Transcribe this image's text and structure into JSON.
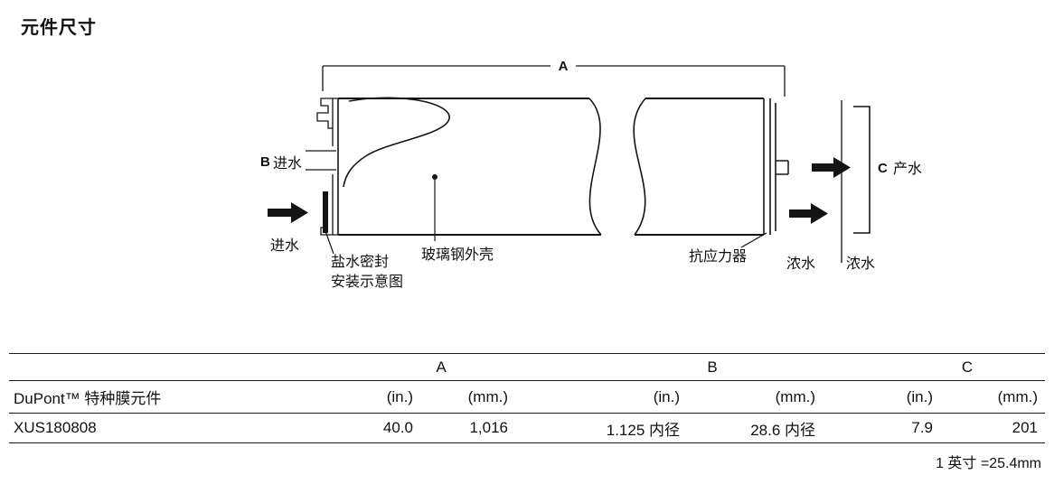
{
  "page": {
    "title": "元件尺寸",
    "footnote": "1 英寸 =25.4mm"
  },
  "diagram": {
    "dim_a_label": "A",
    "b_label": "B",
    "b_text": "进水",
    "feed_label": "进水",
    "brine_seal_label_line1": "盐水密封",
    "brine_seal_label_line2": "安装示意图",
    "shell_label": "玻璃钢外壳",
    "atd_label": "抗应力器",
    "concentrate_label_1": "浓水",
    "concentrate_label_2": "浓水",
    "c_label": "C",
    "product_label": "产水"
  },
  "table": {
    "group_headers": [
      "A",
      "B",
      "C"
    ],
    "row_header": "DuPont™ 特种膜元件",
    "unit_headers": [
      "(in.)",
      "(mm.)",
      "(in.)",
      "(mm.)",
      "(in.)",
      "(mm.)"
    ],
    "rows": [
      {
        "name": "XUS180808",
        "values": [
          "40.0",
          "1,016",
          "1.125 内径",
          "28.6 内径",
          "7.9",
          "201"
        ]
      }
    ]
  }
}
